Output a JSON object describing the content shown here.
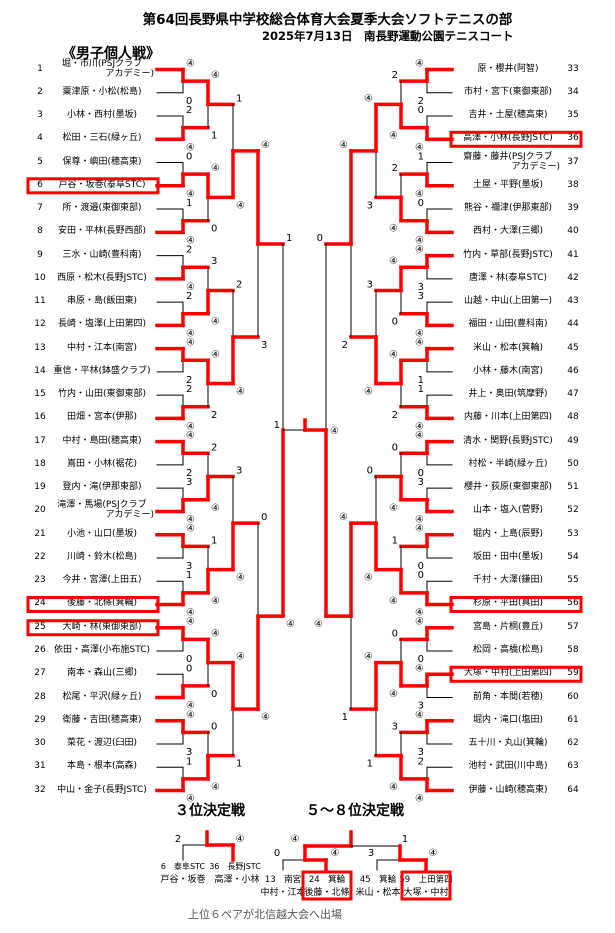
{
  "header": {
    "title": "第64回長野県中学校総合体育大会夏季大会ソフトテニスの部",
    "subtitle": "2025年7月13日　南長野運動公園テニスコート",
    "section_title": "《男子個人戦》"
  },
  "colors": {
    "winner_line": "#ff0000",
    "line": "#000000"
  },
  "left_entries": [
    {
      "no": "1",
      "name": "堀・市川(PSJクラブ",
      "name2": "アカデミー)"
    },
    {
      "no": "2",
      "name": "粟津原・小松(松島)"
    },
    {
      "no": "3",
      "name": "小林・西村(墨坂)"
    },
    {
      "no": "4",
      "name": "松田・三石(緑ヶ丘)"
    },
    {
      "no": "5",
      "name": "保尊・嶼田(穂高東)"
    },
    {
      "no": "6",
      "name": "戸谷・坂巻(泰阜STC)",
      "boxed": true
    },
    {
      "no": "7",
      "name": "所・渡邉(東御東部)"
    },
    {
      "no": "8",
      "name": "安田・平林(長野西部)"
    },
    {
      "no": "9",
      "name": "三水・山崎(豊科南)"
    },
    {
      "no": "10",
      "name": "西原・松木(長野JSTC)"
    },
    {
      "no": "11",
      "name": "串原・島(飯田東)"
    },
    {
      "no": "12",
      "name": "長崎・塩澤(上田第四)"
    },
    {
      "no": "13",
      "name": "中村・江本(南宮)"
    },
    {
      "no": "14",
      "name": "重信・平林(鉢盛クラブ)"
    },
    {
      "no": "15",
      "name": "竹内・山田(東御東部)"
    },
    {
      "no": "16",
      "name": "田畑・宮本(伊那)"
    },
    {
      "no": "17",
      "name": "中村・島田(穂高東)"
    },
    {
      "no": "18",
      "name": "嶌田・小林(裾花)"
    },
    {
      "no": "19",
      "name": "登内・滝(伊那東部)"
    },
    {
      "no": "20",
      "name": "滝澤・馬場(PSJクラブ",
      "name2": "アカデミー)"
    },
    {
      "no": "21",
      "name": "小池・山口(墨坂)"
    },
    {
      "no": "22",
      "name": "川崎・鈴木(松島)"
    },
    {
      "no": "23",
      "name": "今井・宮澤(上田五)"
    },
    {
      "no": "24",
      "name": "後藤・北條(箕輪)",
      "boxed": true
    },
    {
      "no": "25",
      "name": "大崎・林(東御東部)",
      "boxed": true
    },
    {
      "no": "26",
      "name": "依田・高澤(小布施STC)"
    },
    {
      "no": "27",
      "name": "南本・森山(三郷)"
    },
    {
      "no": "28",
      "name": "松尾・平沢(緑ヶ丘)"
    },
    {
      "no": "29",
      "name": "衛藤・吉田(穂高東)"
    },
    {
      "no": "30",
      "name": "菜花・渡辺(臼田)"
    },
    {
      "no": "31",
      "name": "本島・根本(高森)"
    },
    {
      "no": "32",
      "name": "中山・金子(長野JSTC)"
    }
  ],
  "right_entries": [
    {
      "no": "33",
      "name": "原・櫻井(阿智)"
    },
    {
      "no": "34",
      "name": "市村・宮下(東御東部)"
    },
    {
      "no": "35",
      "name": "吉井・土屋(穂高東)"
    },
    {
      "no": "36",
      "name": "高澤・小林(長野JSTC)",
      "boxed": true
    },
    {
      "no": "37",
      "name": "齋藤・藤井(PSJクラブ",
      "name2": "アカデミー)"
    },
    {
      "no": "38",
      "name": "土屋・平野(墨坂)"
    },
    {
      "no": "39",
      "name": "熊谷・禰津(伊那東部)"
    },
    {
      "no": "40",
      "name": "西村・大澤(三郷)"
    },
    {
      "no": "41",
      "name": "竹内・草部(長野JSTC)"
    },
    {
      "no": "42",
      "name": "唐澤・林(泰阜STC)"
    },
    {
      "no": "43",
      "name": "山越・中山(上田第一)"
    },
    {
      "no": "44",
      "name": "福田・山田(豊科南)"
    },
    {
      "no": "45",
      "name": "米山・松本(箕輪)"
    },
    {
      "no": "46",
      "name": "小林・藤木(南宮)"
    },
    {
      "no": "47",
      "name": "井上・奥田(筑摩野)"
    },
    {
      "no": "48",
      "name": "内藤・川本(上田第四)"
    },
    {
      "no": "49",
      "name": "清水・関野(長野JSTC)"
    },
    {
      "no": "50",
      "name": "村松・半崎(緑ヶ丘)"
    },
    {
      "no": "51",
      "name": "櫻井・荻原(東御東部)"
    },
    {
      "no": "52",
      "name": "山本・塩入(菅野)"
    },
    {
      "no": "53",
      "name": "堀内・上島(辰野)"
    },
    {
      "no": "54",
      "name": "坂田・田中(墨坂)"
    },
    {
      "no": "55",
      "name": "千村・大澤(鎌田)"
    },
    {
      "no": "56",
      "name": "杉原・平田(真田)",
      "boxed": true
    },
    {
      "no": "57",
      "name": "宮島・片桐(豊丘)"
    },
    {
      "no": "58",
      "name": "松岡・高橋(松島)"
    },
    {
      "no": "59",
      "name": "大塚・中村(上田第四)",
      "boxed": true
    },
    {
      "no": "60",
      "name": "前角・本間(若穂)"
    },
    {
      "no": "61",
      "name": "堀内・滝口(塩田)"
    },
    {
      "no": "62",
      "name": "五十川・丸山(箕輪)"
    },
    {
      "no": "63",
      "name": "池村・武田(川中島)"
    },
    {
      "no": "64",
      "name": "伊藤・山崎(穂高東)"
    }
  ],
  "left_rounds": [
    [
      [
        "④",
        "0"
      ],
      [
        "2",
        "④"
      ],
      [
        "0",
        "④"
      ],
      [
        "1",
        "④"
      ],
      [
        "2",
        "④"
      ],
      [
        "2",
        "④"
      ],
      [
        "④",
        "2"
      ],
      [
        "2",
        "④"
      ],
      [
        "④",
        "2"
      ],
      [
        "3",
        "④"
      ],
      [
        "④",
        "3"
      ],
      [
        "1",
        "④"
      ],
      [
        "④",
        "0"
      ],
      [
        "0",
        "④"
      ],
      [
        "④",
        "3"
      ],
      [
        "1",
        "④"
      ]
    ],
    [
      [
        "④",
        "1"
      ],
      [
        "④",
        "0"
      ],
      [
        "3",
        "④"
      ],
      [
        "④",
        "2"
      ],
      [
        "2",
        "④"
      ],
      [
        "1",
        "④"
      ],
      [
        "④",
        "0"
      ],
      [
        "0",
        "④"
      ]
    ],
    [
      [
        "1",
        "④"
      ],
      [
        "2",
        "④"
      ],
      [
        "3",
        "④"
      ],
      [
        "④",
        "1"
      ]
    ],
    [
      [
        "④",
        "3"
      ],
      [
        "0",
        "④"
      ]
    ],
    [
      [
        "1",
        "④"
      ]
    ]
  ],
  "right_rounds": [
    [
      [
        "④",
        "2"
      ],
      [
        "0",
        "④"
      ],
      [
        "1",
        "④"
      ],
      [
        "0",
        "④"
      ],
      [
        "④",
        "3"
      ],
      [
        "3",
        "④"
      ],
      [
        "④",
        "1"
      ],
      [
        "1",
        "④"
      ],
      [
        "④",
        "0"
      ],
      [
        "3",
        "④"
      ],
      [
        "④",
        "0"
      ],
      [
        "0",
        "④"
      ],
      [
        "④",
        "0"
      ],
      [
        "④",
        "3"
      ],
      [
        "④",
        "3"
      ],
      [
        "2",
        "④"
      ]
    ],
    [
      [
        "2",
        "④"
      ],
      [
        "2",
        "④"
      ],
      [
        "④",
        "0"
      ],
      [
        "④",
        "2"
      ],
      [
        "0",
        "④"
      ],
      [
        "1",
        "④"
      ],
      [
        "0",
        "④"
      ],
      [
        "3",
        "④"
      ]
    ],
    [
      [
        "④",
        "3"
      ],
      [
        "3",
        "④"
      ],
      [
        "0",
        "④"
      ],
      [
        "④",
        "1"
      ]
    ],
    [
      [
        "④",
        "2"
      ],
      [
        "④",
        "1"
      ]
    ],
    [
      [
        "0",
        "④"
      ]
    ]
  ],
  "final": {
    "left_score": "1",
    "right_score": "④"
  },
  "third_place": {
    "title": "３位決定戦",
    "scores": [
      "2",
      "④"
    ],
    "players": [
      {
        "label": "6　泰阜STC",
        "names": "戸谷・坂巻"
      },
      {
        "label": "36　長野JSTC",
        "names": "高澤・小林"
      }
    ]
  },
  "fifth_eighth": {
    "title": "５～８位決定戦",
    "final_scores": [
      "④",
      "1"
    ],
    "semis": [
      [
        "0",
        "④"
      ],
      [
        "3",
        "④"
      ]
    ],
    "players": [
      {
        "label": "13　南宮",
        "names": "中村・江本"
      },
      {
        "label": "24　箕輪",
        "names": "後藤・北條",
        "boxed": true
      },
      {
        "label": "45　箕輪",
        "names": "米山・松本"
      },
      {
        "label": "59　上田第四",
        "names": "大塚・中村",
        "boxed": true
      }
    ]
  },
  "footer": "上位６ペアが北信越大会へ出場"
}
